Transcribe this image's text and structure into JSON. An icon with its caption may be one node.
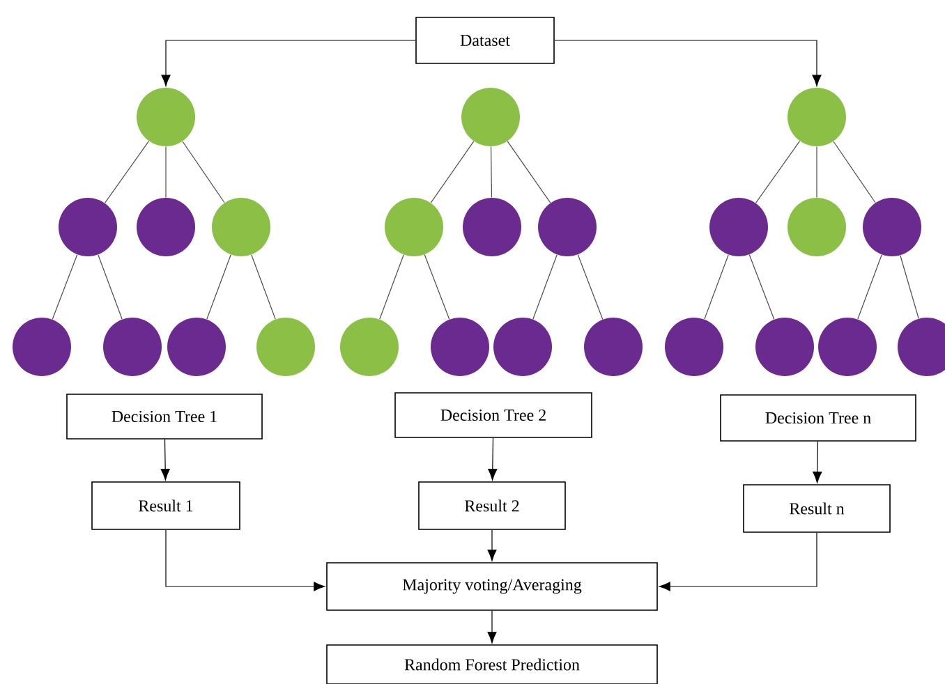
{
  "diagram": {
    "nodes": [
      {
        "text": [
          "Dataset"
        ]
      },
      {
        "text": [],
        "shape": "circle"
      },
      {
        "text": [],
        "shape": "circle"
      },
      {
        "text": [],
        "shape": "circle"
      },
      {
        "text": [],
        "shape": "circle"
      },
      {
        "text": [],
        "shape": "circle"
      },
      {
        "text": [],
        "shape": "circle"
      },
      {
        "text": [],
        "shape": "circle"
      },
      {
        "text": [],
        "shape": "circle"
      },
      {
        "text": [],
        "shape": "circle"
      },
      {
        "text": [],
        "shape": "circle"
      },
      {
        "text": [],
        "shape": "circle"
      },
      {
        "text": [],
        "shape": "circle"
      },
      {
        "text": [],
        "shape": "circle"
      },
      {
        "text": [],
        "shape": "circle"
      },
      {
        "text": [],
        "shape": "circle"
      },
      {
        "text": [],
        "shape": "circle"
      },
      {
        "text": [],
        "shape": "circle"
      },
      {
        "text": [],
        "shape": "circle"
      },
      {
        "text": [],
        "shape": "circle"
      },
      {
        "text": [],
        "shape": "circle"
      },
      {
        "text": [],
        "shape": "circle"
      },
      {
        "text": [],
        "shape": "circle"
      },
      {
        "text": [],
        "shape": "circle"
      },
      {
        "text": [],
        "shape": "circle"
      },
      {
        "text": [
          "Decision Tree 1"
        ]
      },
      {
        "text": [
          "Decision Tree 2"
        ]
      },
      {
        "text": [
          "Decision Tree n"
        ]
      },
      {
        "text": [
          "Result 1"
        ]
      },
      {
        "text": [
          "Result 2"
        ]
      },
      {
        "text": [
          "Result n"
        ]
      },
      {
        "text": [
          "Majority voting/Averaging"
        ]
      },
      {
        "text": [
          "Random Forest Prediction"
        ]
      }
    ],
    "edges": [
      {
        "from": 0,
        "to": 1,
        "arrow": "to"
      },
      {
        "from": 0,
        "to": 17,
        "arrow": "to"
      },
      {
        "from": 1,
        "to": 2,
        "arrow": "none"
      },
      {
        "from": 1,
        "to": 3,
        "arrow": "none"
      },
      {
        "from": 1,
        "to": 4,
        "arrow": "none"
      },
      {
        "from": 2,
        "to": 5,
        "arrow": "none"
      },
      {
        "from": 2,
        "to": 6,
        "arrow": "none"
      },
      {
        "from": 4,
        "to": 7,
        "arrow": "none"
      },
      {
        "from": 4,
        "to": 8,
        "arrow": "none"
      },
      {
        "from": 9,
        "to": 10,
        "arrow": "none"
      },
      {
        "from": 9,
        "to": 11,
        "arrow": "none"
      },
      {
        "from": 9,
        "to": 12,
        "arrow": "none"
      },
      {
        "from": 10,
        "to": 13,
        "arrow": "none"
      },
      {
        "from": 10,
        "to": 14,
        "arrow": "none"
      },
      {
        "from": 12,
        "to": 15,
        "arrow": "none"
      },
      {
        "from": 12,
        "to": 16,
        "arrow": "none"
      },
      {
        "from": 17,
        "to": 18,
        "arrow": "none"
      },
      {
        "from": 17,
        "to": 19,
        "arrow": "none"
      },
      {
        "from": 17,
        "to": 20,
        "arrow": "none"
      },
      {
        "from": 18,
        "to": 21,
        "arrow": "none"
      },
      {
        "from": 18,
        "to": 22,
        "arrow": "none"
      },
      {
        "from": 20,
        "to": 23,
        "arrow": "none"
      },
      {
        "from": 20,
        "to": 24,
        "arrow": "none"
      },
      {
        "from": 25,
        "to": 28,
        "arrow": "to"
      },
      {
        "from": 26,
        "to": 29,
        "arrow": "to"
      },
      {
        "from": 27,
        "to": 30,
        "arrow": "to"
      },
      {
        "from": 28,
        "to": 31,
        "arrow": "to"
      },
      {
        "from": 29,
        "to": 31,
        "arrow": "to"
      },
      {
        "from": 30,
        "to": 31,
        "arrow": "to"
      },
      {
        "from": 31,
        "to": 32,
        "arrow": "to"
      }
    ]
  }
}
